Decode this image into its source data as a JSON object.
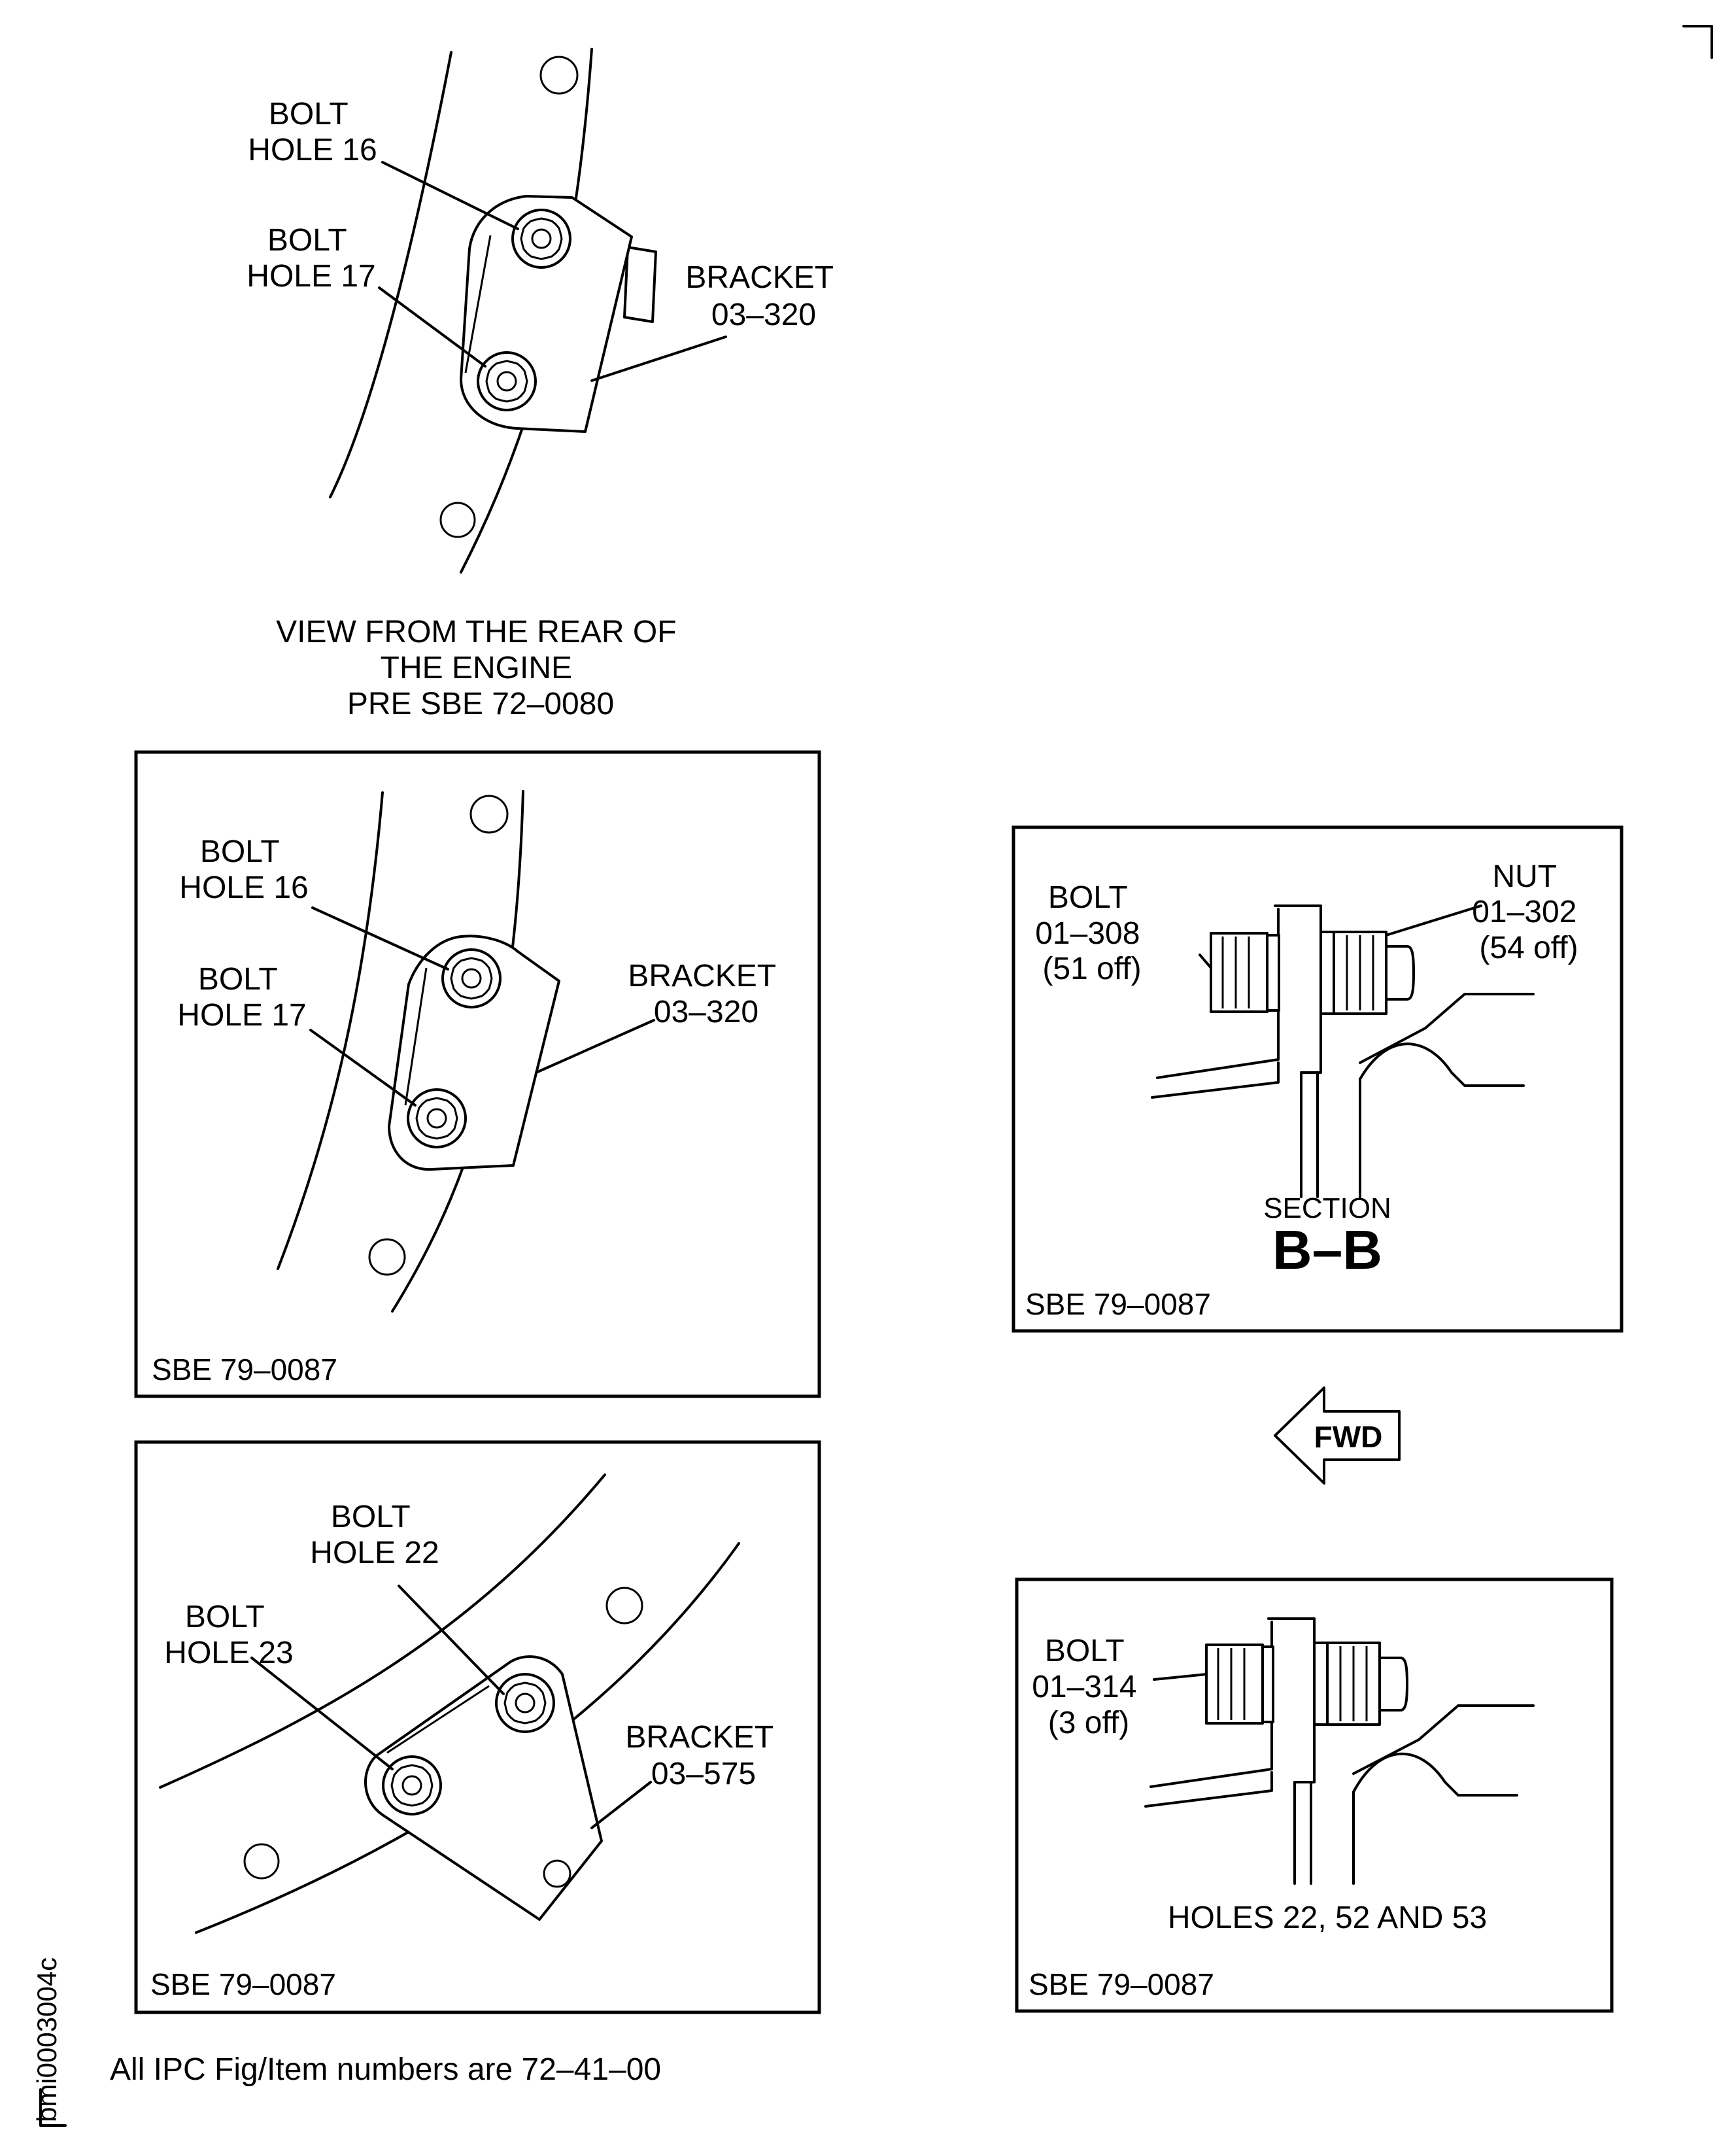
{
  "top_view": {
    "bolt16": [
      "BOLT",
      "HOLE 16"
    ],
    "bolt17": [
      "BOLT",
      "HOLE 17"
    ],
    "bracket": [
      "BRACKET",
      "03–320"
    ],
    "caption": [
      "VIEW FROM THE REAR OF",
      "THE ENGINE",
      "PRE SBE 72–0080"
    ]
  },
  "panel_mid_left": {
    "bolt16": [
      "BOLT",
      "HOLE 16"
    ],
    "bolt17": [
      "BOLT",
      "HOLE 17"
    ],
    "bracket": [
      "BRACKET",
      "03–320"
    ],
    "sbe": "SBE 79–0087"
  },
  "panel_bottom_left": {
    "bolt22": [
      "BOLT",
      "HOLE 22"
    ],
    "bolt23": [
      "BOLT",
      "HOLE 23"
    ],
    "bracket": [
      "BRACKET",
      "03–575"
    ],
    "sbe": "SBE 79–0087"
  },
  "panel_section": {
    "bolt": [
      "BOLT",
      "01–308",
      "(51 off)"
    ],
    "nut": [
      "NUT",
      "01–302",
      "(54 off)"
    ],
    "section_label": "SECTION",
    "section_letter": "B–B",
    "sbe": "SBE 79–0087"
  },
  "fwd_arrow": "FWD",
  "panel_holes": {
    "bolt": [
      "BOLT",
      "01–314",
      "(3 off)"
    ],
    "holes_caption": "HOLES 22, 52 AND 53",
    "sbe": "SBE 79–0087"
  },
  "footer": "All IPC Fig/Item numbers are 72–41–00",
  "drawing_code": "bmi0003004c"
}
